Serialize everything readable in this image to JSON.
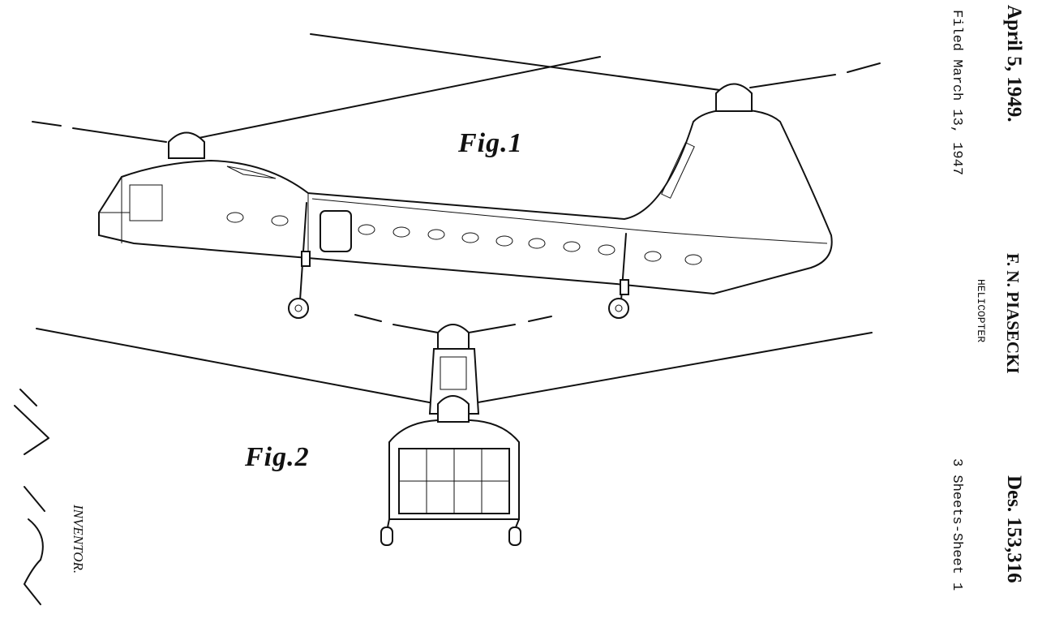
{
  "header": {
    "issue_date": "April 5, 1949.",
    "filed": "Filed March 13, 1947",
    "inventor_name": "F. N. PIASECKI",
    "title": "HELICOPTER",
    "patent_number": "Des. 153,316",
    "sheets": "3 Sheets-Sheet 1"
  },
  "figures": {
    "fig1_label": "Fig.1",
    "fig2_label": "Fig.2"
  },
  "signature": {
    "label": "INVENTOR.",
    "signature_text": "Frank N. Piasecki"
  }
}
